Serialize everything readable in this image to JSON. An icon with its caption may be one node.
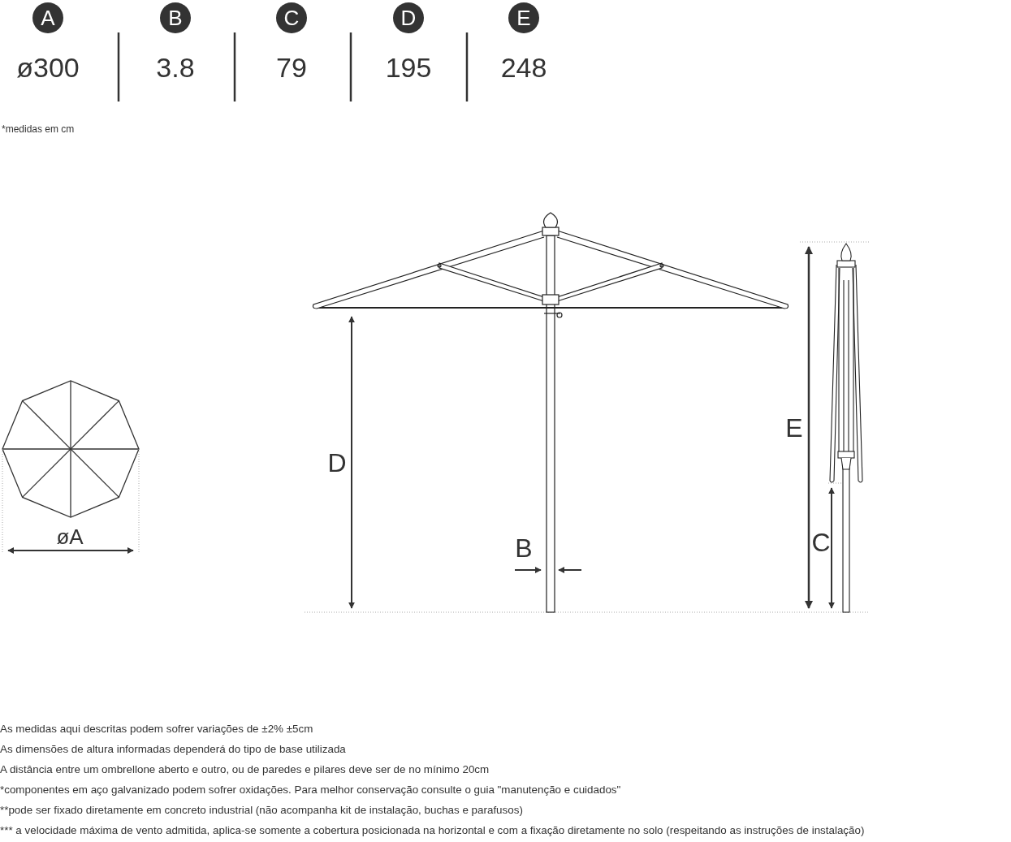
{
  "diagram": {
    "nodes": [
      {
        "text": [
          "A"
        ]
      },
      {
        "text": [
          "B"
        ]
      },
      {
        "text": [
          "C"
        ]
      },
      {
        "text": [
          "D"
        ]
      },
      {
        "text": [
          "E"
        ]
      }
    ],
    "labels": [
      "ø300",
      "3.8",
      "79",
      "195",
      "248",
      "*medidas em cm",
      "øA",
      "D",
      "B",
      "E",
      "C",
      "As medidas aqui descritas podem sofrer variações de ±2% ±5cm",
      "As dimensões de altura informadas dependerá do tipo de base utilizada",
      "A distância entre um ombrellone aberto e outro, ou de paredes e pilares deve ser de no mínimo 20cm",
      "*componentes em aço galvanizado podem sofrer oxidações. Para melhor conservação consulte o guia \"manutenção e cuidados\"",
      "**pode ser fixado diretamente em concreto industrial (não acompanha kit de instalação, buchas e parafusos)",
      "*** a velocidade máxima de vento admitida, aplica-se somente a cobertura posicionada na horizontal e com a fixação diretamente no solo (respeitando as instruções de instalação)"
    ]
  }
}
